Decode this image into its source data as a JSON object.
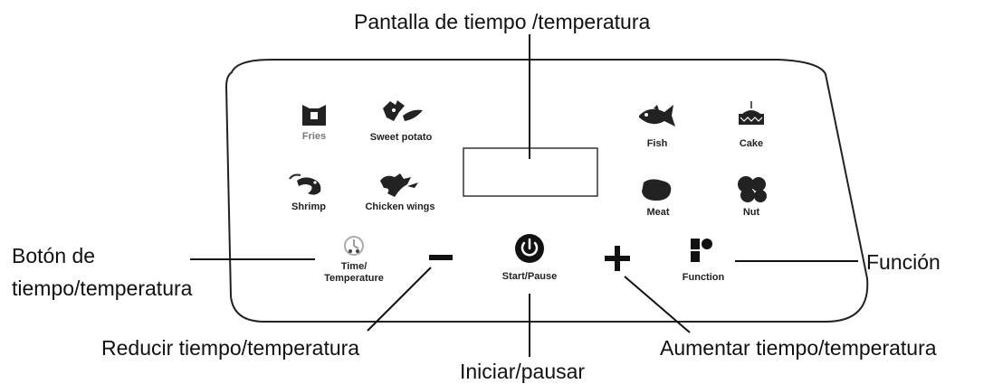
{
  "callouts": {
    "display": "Pantalla de tiempo /temperatura",
    "time_temp_line1": "Botón de",
    "time_temp_line2": "tiempo/temperatura",
    "function": "Función",
    "decrease": "Reducir tiempo/temperatura",
    "start_pause": "Iniciar/pausar",
    "increase": "Aumentar tiempo/temperatura"
  },
  "panel": {
    "presets": {
      "fries": "Fries",
      "sweet_potato": "Sweet potato",
      "shrimp": "Shrimp",
      "chicken_wings": "Chicken wings",
      "fish": "Fish",
      "cake": "Cake",
      "meat": "Meat",
      "nut": "Nut"
    },
    "buttons": {
      "time_temp_line1": "Time/",
      "time_temp_line2": "Temperature",
      "start_pause": "Start/Pause",
      "function": "Function"
    }
  },
  "icons": [
    "fries-icon",
    "sweet-potato-icon",
    "shrimp-icon",
    "chicken-wings-icon",
    "fish-icon",
    "cake-icon",
    "meat-icon",
    "nut-icon",
    "clock-icon",
    "minus-icon",
    "power-icon",
    "plus-icon",
    "function-icon"
  ]
}
